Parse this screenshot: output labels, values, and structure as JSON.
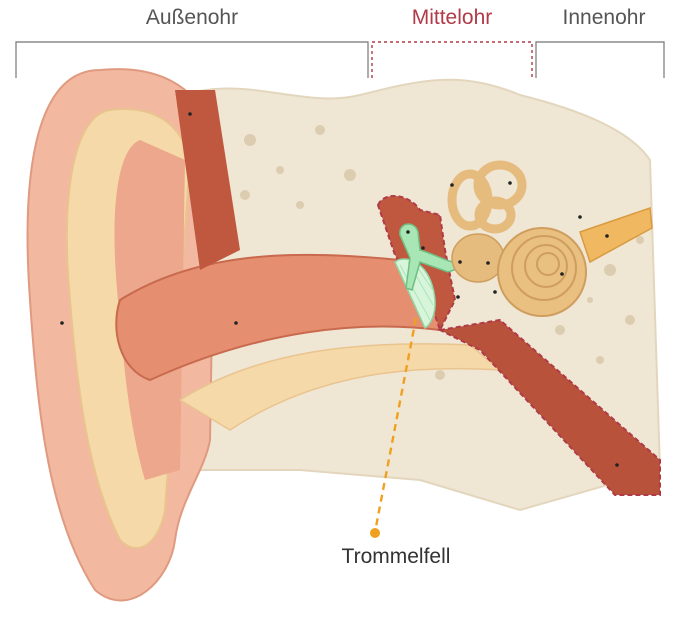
{
  "regions": {
    "outer_ear": "Außenohr",
    "middle_ear": "Mittelohr",
    "inner_ear": "Innenohr"
  },
  "callout": {
    "label": "Trommelfell"
  },
  "colors": {
    "middle_ear_accent": "#b03a48",
    "callout_line": "#f0a020",
    "bracket": "#8a8a8a",
    "skin_light": "#f2b8a0",
    "skin_mid": "#e58f70",
    "canal_dark": "#b9523a",
    "cartilage": "#f6d9a8",
    "bone": "#eee4d1",
    "ossicles": "#a8e6b5",
    "cochlea": "#e6bb7e"
  }
}
